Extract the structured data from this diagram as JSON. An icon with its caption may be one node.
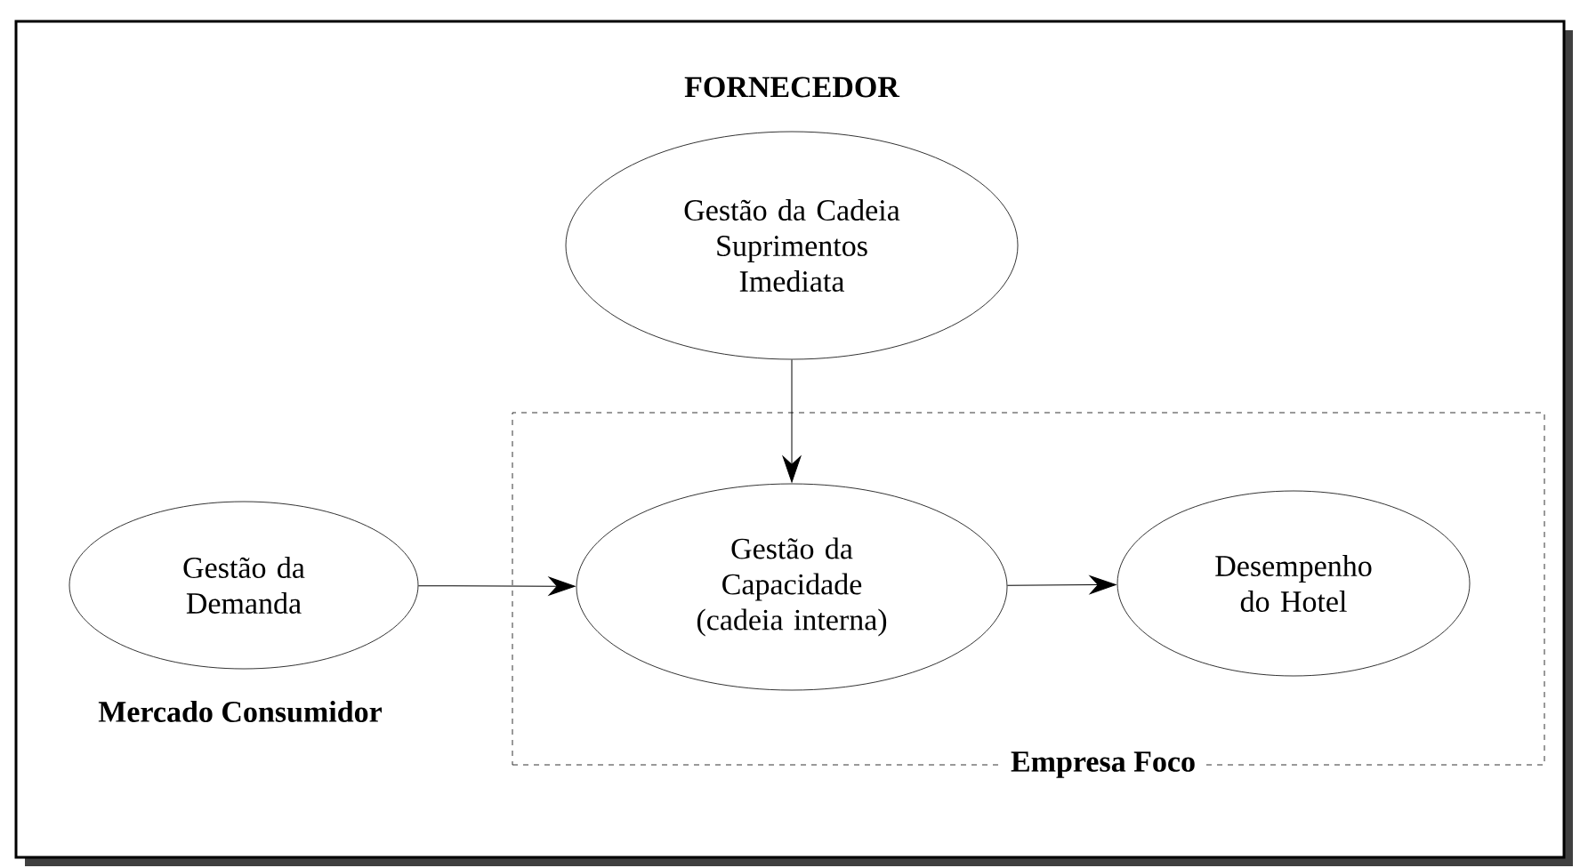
{
  "diagram": {
    "nodes": [
      {
        "text": [
          "Gestão da Cadeia Suprimentos Imediata"
        ],
        "beside": [
          "FORNECEDOR"
        ]
      },
      {
        "text": [
          "Empresa Foco"
        ]
      },
      {
        "text": [
          "Gestão da Demanda"
        ],
        "beside": [
          "Mercado Consumidor"
        ]
      },
      {
        "text": [
          "Gestão da Capacidade (cadeia interna)"
        ],
        "in": 1
      },
      {
        "text": [
          "Desempenho do Hotel"
        ],
        "in": 1
      }
    ],
    "edges": [
      {
        "from": 0,
        "to": 3,
        "arrow": "to"
      },
      {
        "from": 2,
        "to": 3,
        "arrow": "to"
      },
      {
        "from": 3,
        "to": 4,
        "arrow": "to"
      }
    ]
  }
}
